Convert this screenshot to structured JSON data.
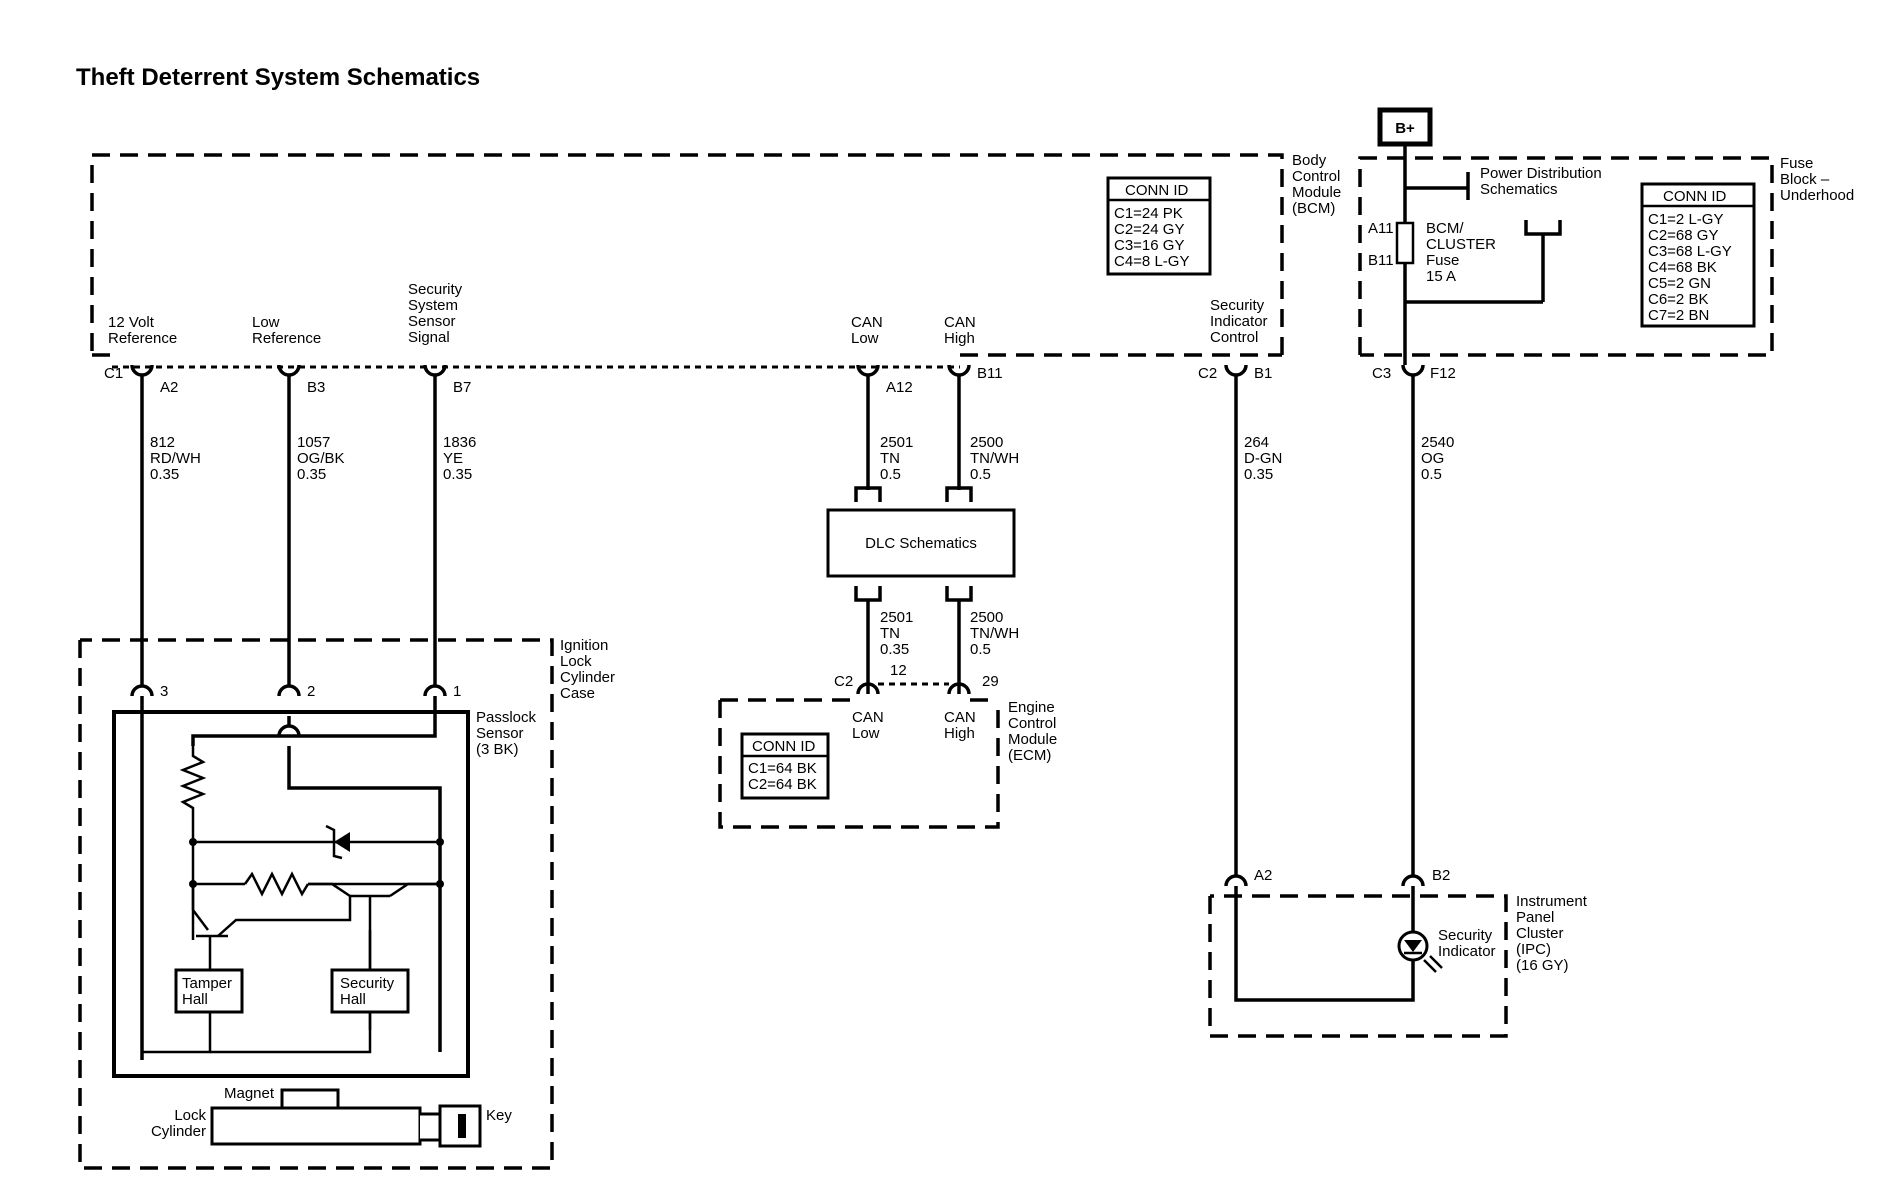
{
  "title": "Theft Deterrent System Schematics",
  "bcm": {
    "name": [
      "Body",
      "Control",
      "Module",
      "(BCM)"
    ],
    "conn_header": "CONN ID",
    "conn": [
      "C1=24 PK",
      "C2=24 GY",
      "C3=16 GY",
      "C4=8 L-GY"
    ],
    "pin_labels": {
      "ref12": [
        "12 Volt",
        "Reference"
      ],
      "lowref": [
        "Low",
        "Reference"
      ],
      "sensor": [
        "Security",
        "System",
        "Sensor",
        "Signal"
      ],
      "canlow": [
        "CAN",
        "Low"
      ],
      "canhigh": [
        "CAN",
        "High"
      ],
      "secind": [
        "Security",
        "Indicator",
        "Control"
      ]
    }
  },
  "fuse_block": {
    "power": "B+",
    "name": [
      "Fuse",
      "Block –",
      "Underhood"
    ],
    "pds": [
      "Power Distribution",
      "Schematics"
    ],
    "fuse": [
      "BCM/",
      "CLUSTER",
      "Fuse",
      "15 A"
    ],
    "fuse_pins": [
      "A11",
      "B11"
    ],
    "conn_header": "CONN ID",
    "conn": [
      "C1=2 L-GY",
      "C2=68 GY",
      "C3=68 L-GY",
      "C4=68 BK",
      "C5=2 GN",
      "C6=2 BK",
      "C7=2 BN"
    ]
  },
  "connectors": {
    "c1": "C1",
    "a2": "A2",
    "b3": "B3",
    "b7": "B7",
    "a12": "A12",
    "b11": "B11",
    "c2": "C2",
    "b1": "B1",
    "c3": "C3",
    "f12": "F12",
    "ecm_c2": "C2",
    "ecm_12": "12",
    "ecm_29": "29",
    "ipc_a2": "A2",
    "ipc_b2": "B2",
    "lock_3": "3",
    "lock_2": "2",
    "lock_1": "1"
  },
  "wires": {
    "w812": [
      "812",
      "RD/WH",
      "0.35"
    ],
    "w1057": [
      "1057",
      "OG/BK",
      "0.35"
    ],
    "w1836": [
      "1836",
      "YE",
      "0.35"
    ],
    "w2501a": [
      "2501",
      "TN",
      "0.5"
    ],
    "w2500a": [
      "2500",
      "TN/WH",
      "0.5"
    ],
    "w2501b": [
      "2501",
      "TN",
      "0.35"
    ],
    "w2500b": [
      "2500",
      "TN/WH",
      "0.5"
    ],
    "w264": [
      "264",
      "D-GN",
      "0.35"
    ],
    "w2540": [
      "2540",
      "OG",
      "0.5"
    ]
  },
  "dlc": "DLC Schematics",
  "ecm": {
    "name": [
      "Engine",
      "Control",
      "Module",
      "(ECM)"
    ],
    "canlow": [
      "CAN",
      "Low"
    ],
    "canhigh": [
      "CAN",
      "High"
    ],
    "conn_header": "CONN ID",
    "conn": [
      "C1=64 BK",
      "C2=64 BK"
    ]
  },
  "ignition": {
    "case": [
      "Ignition",
      "Lock",
      "Cylinder",
      "Case"
    ],
    "sensor": [
      "Passlock",
      "Sensor",
      "(3 BK)"
    ],
    "tamper": [
      "Tamper",
      "Hall"
    ],
    "security": [
      "Security",
      "Hall"
    ],
    "magnet": "Magnet",
    "lock": [
      "Lock",
      "Cylinder"
    ],
    "key": "Key"
  },
  "ipc": {
    "name": [
      "Instrument",
      "Panel",
      "Cluster",
      "(IPC)",
      "(16 GY)"
    ],
    "indicator": [
      "Security",
      "Indicator"
    ]
  }
}
